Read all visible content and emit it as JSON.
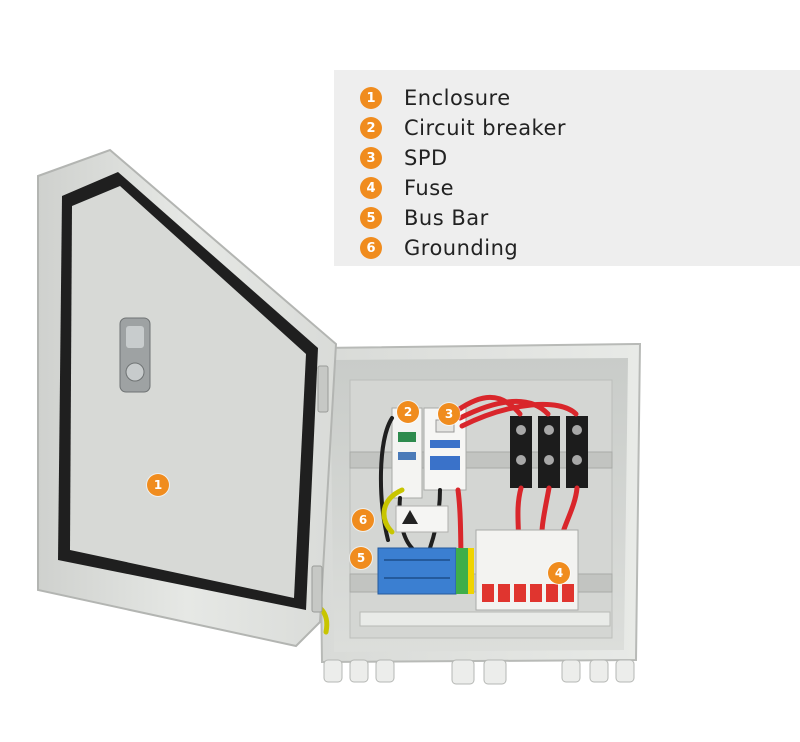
{
  "legend": {
    "items": [
      {
        "number": "1",
        "label": "Enclosure"
      },
      {
        "number": "2",
        "label": "Circuit breaker"
      },
      {
        "number": "3",
        "label": "SPD"
      },
      {
        "number": "4",
        "label": "Fuse"
      },
      {
        "number": "5",
        "label": "Bus Bar"
      },
      {
        "number": "6",
        "label": "Grounding"
      }
    ]
  },
  "callouts": [
    "1",
    "2",
    "3",
    "4",
    "5",
    "6"
  ],
  "colors": {
    "accent": "#f08c1e",
    "legend_bg": "#eeeeee",
    "enclosure": "#e4e6e3"
  }
}
